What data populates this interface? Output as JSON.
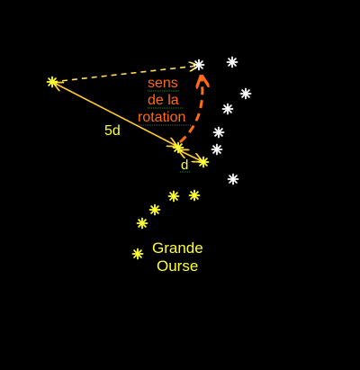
{
  "labels": {
    "rotation_line1": "sens",
    "rotation_line2": "de la",
    "rotation_line3": "rotation",
    "distance_5d": "5d",
    "distance_d": "d",
    "constellation_line1": "Grande",
    "constellation_line2": "Ourse"
  },
  "colors": {
    "background": "#000000",
    "yellow_star": "#ffff33",
    "white_star": "#ffffff",
    "distance_line": "#ffcc33",
    "dashed_guide": "#ffdd55",
    "rotation_arrow": "#ff6a13",
    "rotation_text": "#ff6a13",
    "label_text": "#ffff33",
    "underline": "#2e7d32"
  },
  "icons": {
    "star": "asterisk-star-icon"
  }
}
